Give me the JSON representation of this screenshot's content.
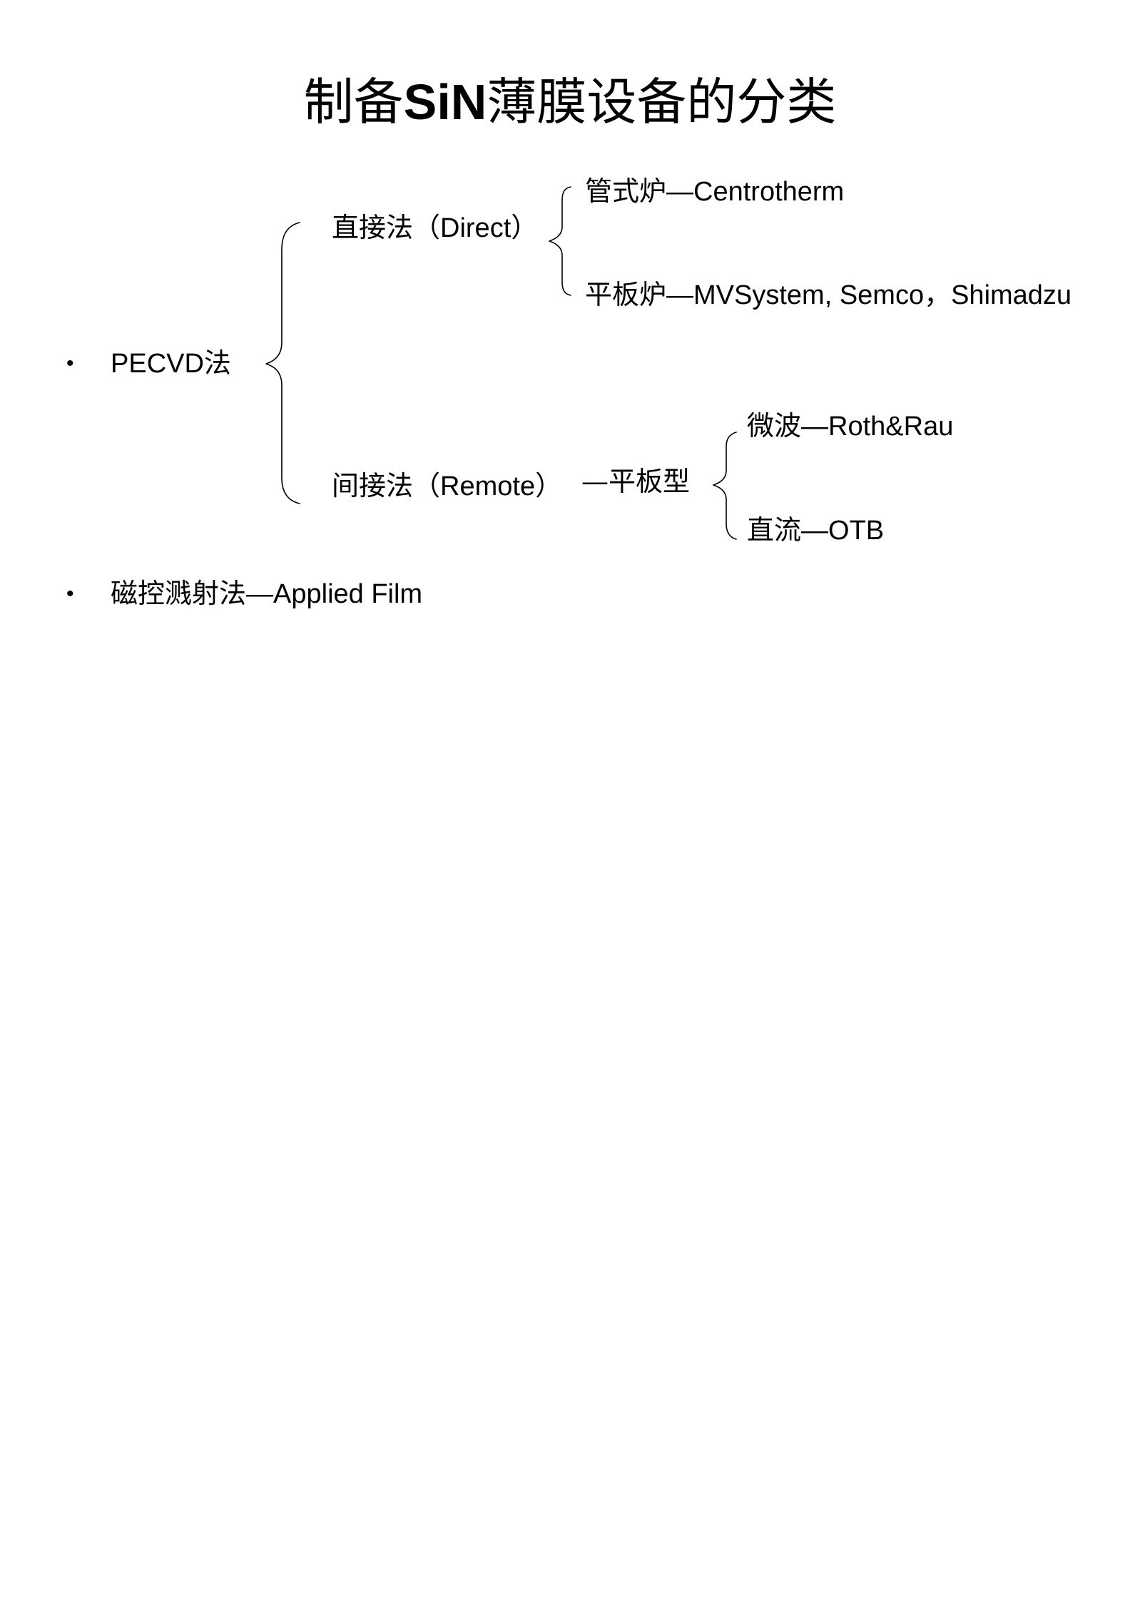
{
  "title": {
    "part1": "制备",
    "part2": "SiN",
    "part3": "薄膜设备的分类"
  },
  "bullet_char": "•",
  "items": [
    {
      "label": {
        "latin": "PECVD",
        "cjk": "法"
      },
      "branches": [
        {
          "label": {
            "cjk": "直接法（",
            "latin": "Direct",
            "cjk_end": "）"
          },
          "subitems": [
            {
              "cjk": "管式炉",
              "latin": "—Centrotherm"
            },
            {
              "cjk": "平板炉",
              "latin": "—MVSystem, Semco，Shimadzu"
            }
          ]
        },
        {
          "label": {
            "cjk": "间接法（",
            "latin": "Remote",
            "cjk_end": "）"
          },
          "connector": "—平板型",
          "subitems": [
            {
              "cjk": "微波",
              "latin": "—Roth&Rau"
            },
            {
              "cjk": "直流",
              "latin": "—OTB"
            }
          ]
        }
      ]
    },
    {
      "label": {
        "cjk": "磁控溅射法",
        "latin": "—Applied Film"
      }
    }
  ]
}
